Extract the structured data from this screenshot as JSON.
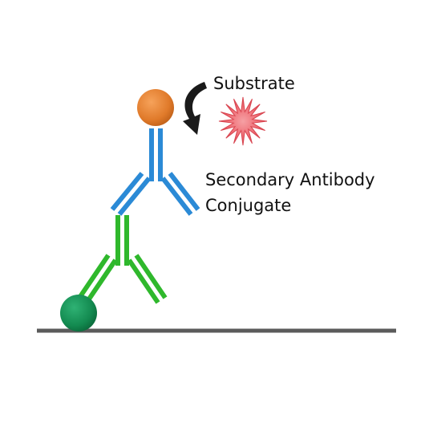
{
  "labels": {
    "substrate": "Substrate",
    "secondary_antibody_line1": "Secondary Antibody",
    "secondary_antibody_line2": "Conjugate"
  },
  "colors": {
    "enzyme": "#e07a2a",
    "substrate_burst": "#e05560",
    "secondary_antibody": "#2b8ad6",
    "primary_antibody": "#2fb82c",
    "antigen_bead": "#138a50",
    "surface": "#5b5b5b",
    "arrow": "#1a1a1a",
    "text": "#111111"
  },
  "icons": {
    "enzyme": "orange-sphere",
    "substrate": "starburst",
    "reaction_arrow": "curved-arrow",
    "antigen": "green-sphere"
  }
}
